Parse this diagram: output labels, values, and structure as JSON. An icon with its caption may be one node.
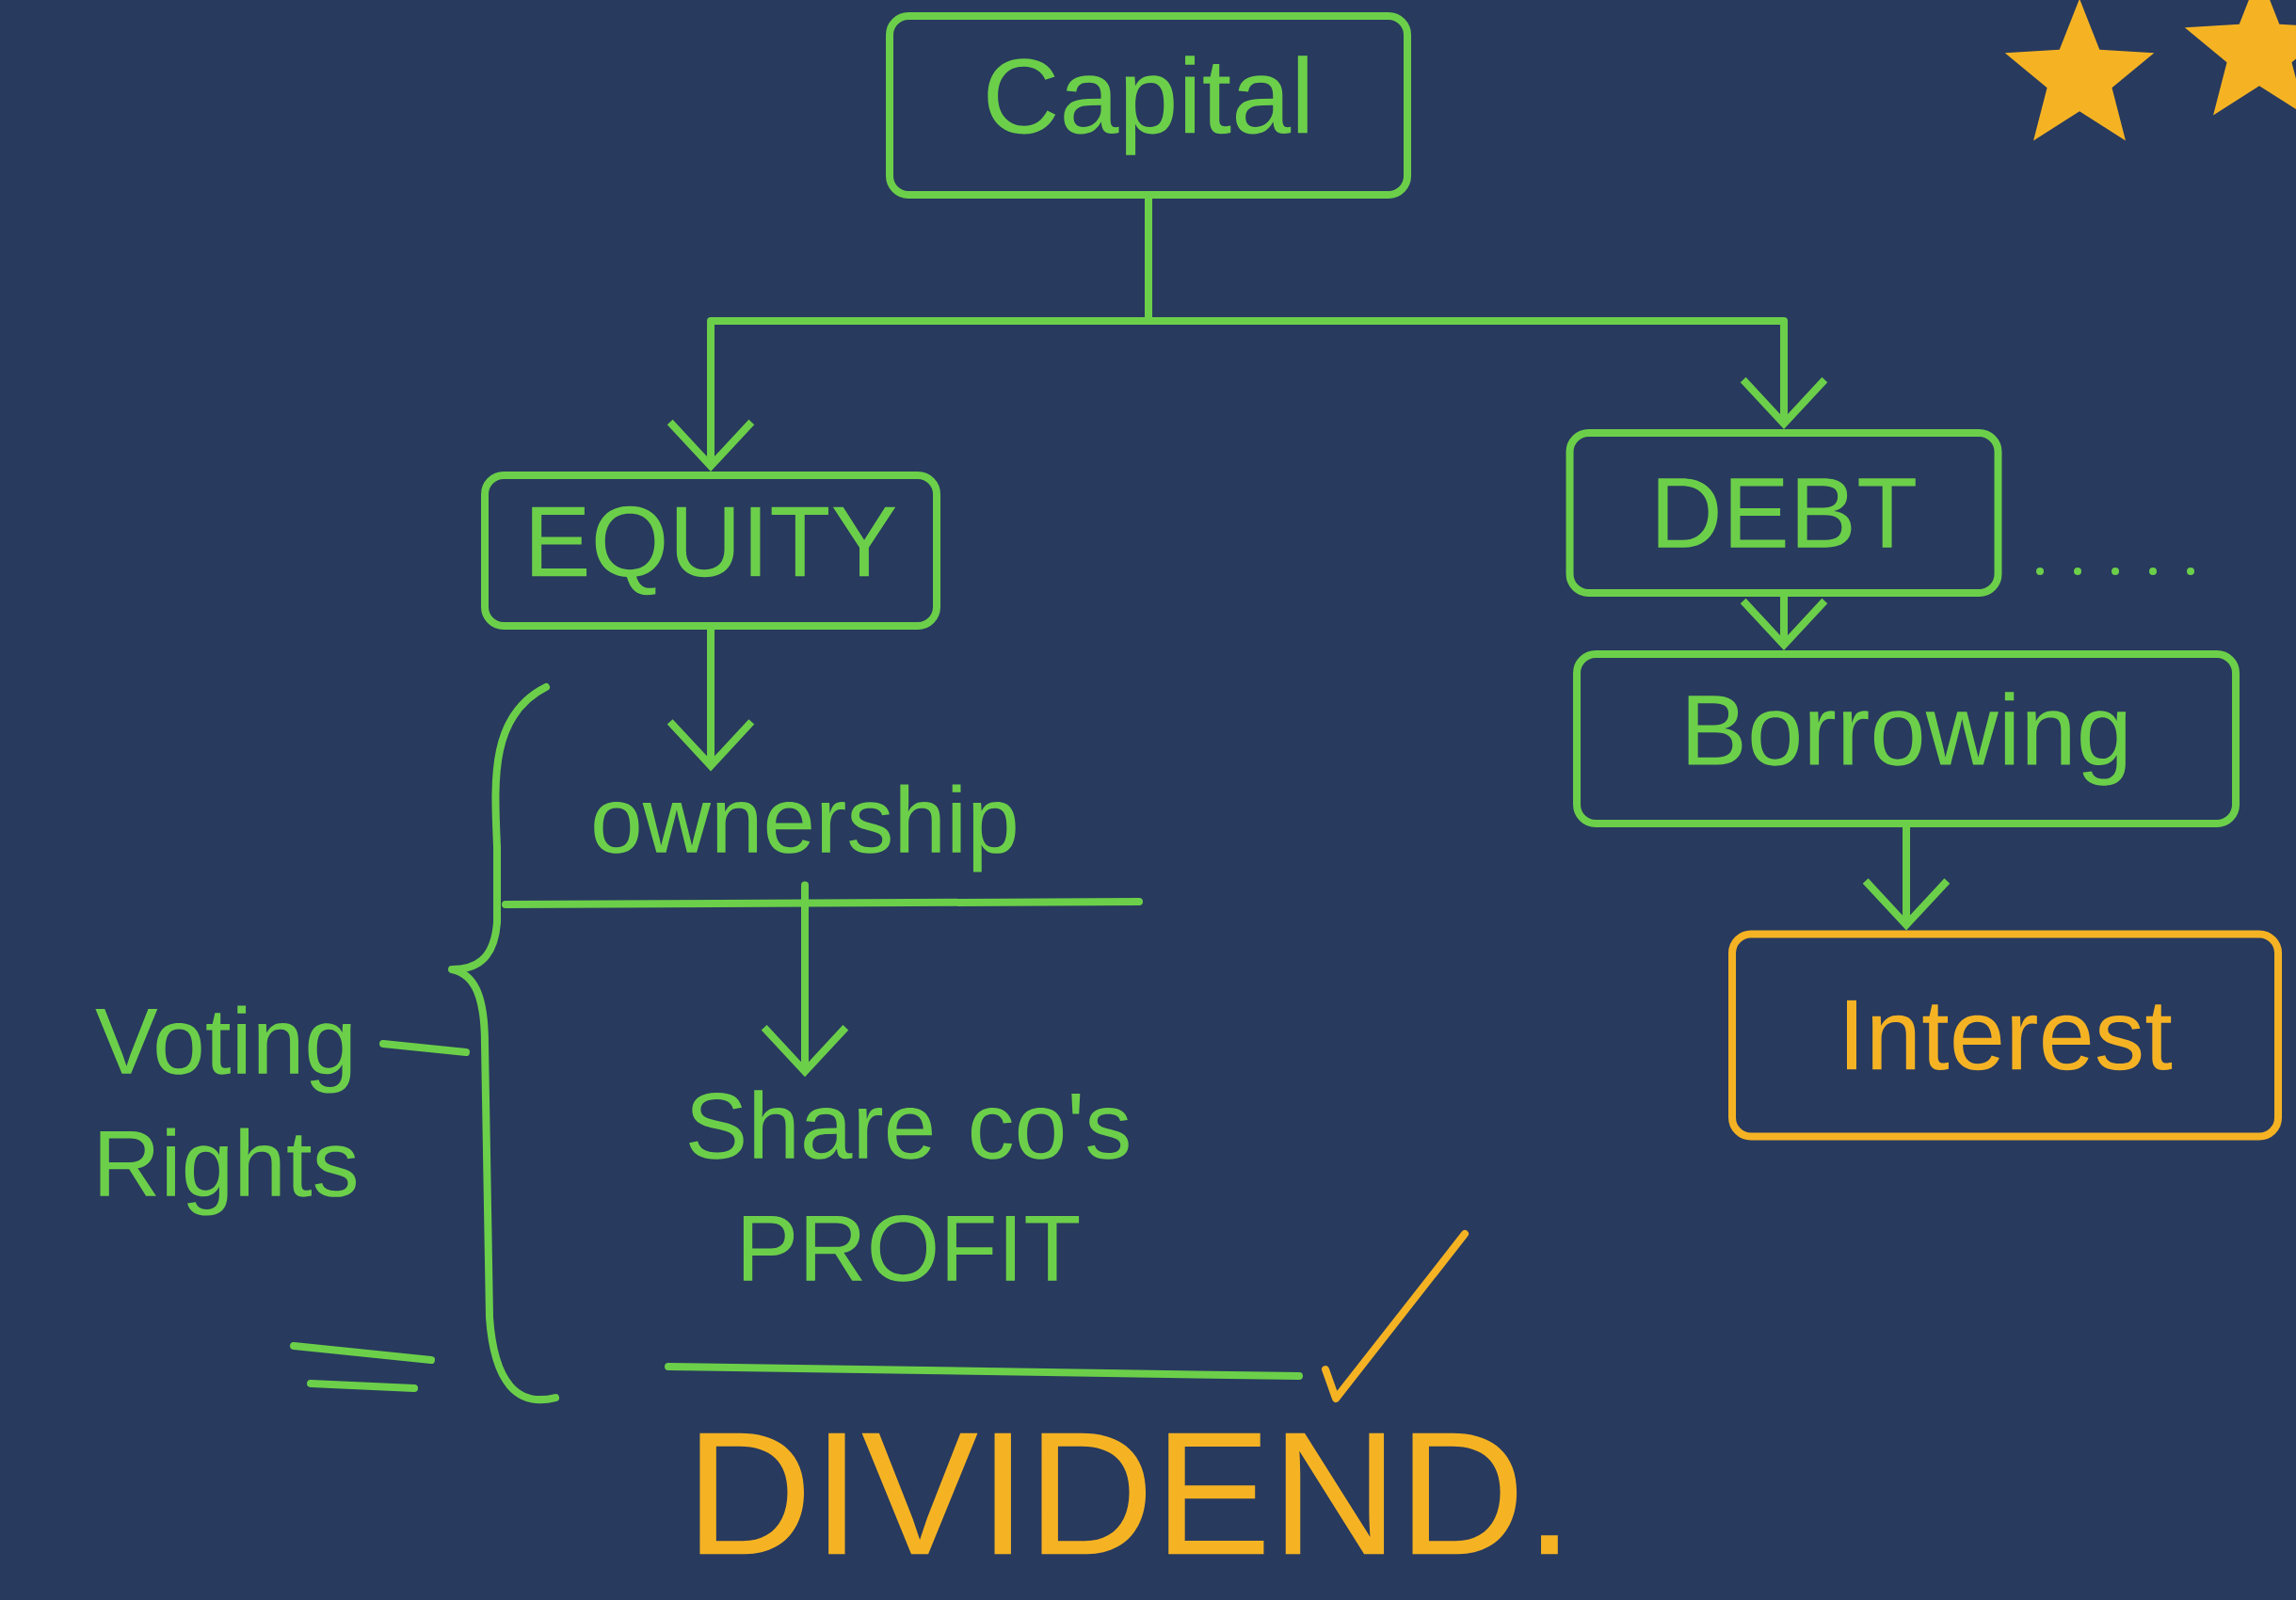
{
  "diagram": {
    "nodes": [
      {
        "text": [
          "Capital"
        ]
      },
      {
        "text": [
          "EQUITY"
        ]
      },
      {
        "text": [
          "DEBT"
        ]
      },
      {
        "text": [
          "ownership"
        ]
      },
      {
        "text": [
          "Share co's PROFIT"
        ]
      },
      {
        "text": [
          "Borrowing"
        ]
      },
      {
        "text": [
          "Interest"
        ]
      }
    ],
    "edges": [
      {
        "from": 0,
        "to": 1,
        "arrow": "to"
      },
      {
        "from": 0,
        "to": 2,
        "arrow": "to"
      },
      {
        "from": 1,
        "to": 3,
        "arrow": "to"
      },
      {
        "from": 3,
        "to": 4,
        "arrow": "to"
      },
      {
        "from": 2,
        "to": 5,
        "arrow": "to"
      },
      {
        "from": 5,
        "to": 6,
        "arrow": "to"
      }
    ],
    "labels": [
      "Voting Rights",
      "DIVIDEND."
    ]
  }
}
